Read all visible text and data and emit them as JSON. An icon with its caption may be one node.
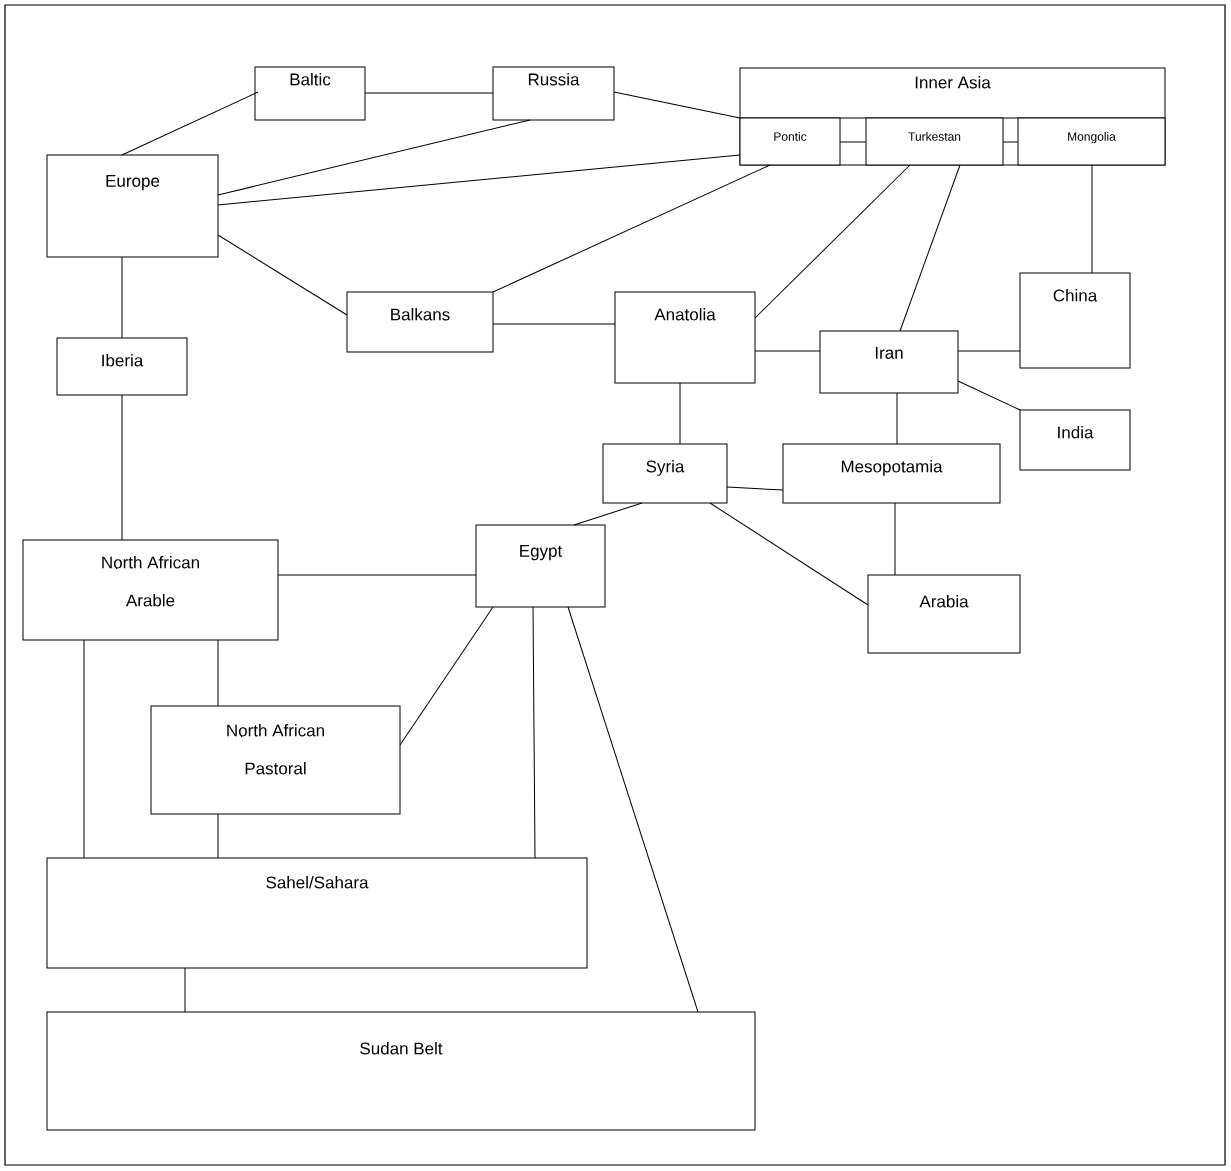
{
  "diagram": {
    "nodes": [
      {
        "text": [
          "Baltic"
        ]
      },
      {
        "text": [
          "Russia"
        ]
      },
      {
        "text": [
          "Inner Asia"
        ]
      },
      {
        "text": [
          "Pontic"
        ],
        "in": 2
      },
      {
        "text": [
          "Turkestan"
        ],
        "in": 2
      },
      {
        "text": [
          "Mongolia"
        ],
        "in": 2
      },
      {
        "text": [
          "Europe"
        ]
      },
      {
        "text": [
          "Balkans"
        ]
      },
      {
        "text": [
          "Anatolia"
        ]
      },
      {
        "text": [
          "China"
        ]
      },
      {
        "text": [
          "Iberia"
        ]
      },
      {
        "text": [
          "Iran"
        ]
      },
      {
        "text": [
          "India"
        ]
      },
      {
        "text": [
          "Syria"
        ]
      },
      {
        "text": [
          "Mesopotamia"
        ]
      },
      {
        "text": [
          "North African Arable"
        ]
      },
      {
        "text": [
          "Egypt"
        ]
      },
      {
        "text": [
          "Arabia"
        ]
      },
      {
        "text": [
          "North African Pastoral"
        ]
      },
      {
        "text": [
          "Sahel/Sahara"
        ]
      },
      {
        "text": [
          "Sudan Belt"
        ]
      }
    ],
    "edges": [
      {
        "from": 0,
        "to": 6,
        "arrow": "none"
      },
      {
        "from": 0,
        "to": 1,
        "arrow": "none"
      },
      {
        "from": 1,
        "to": 6,
        "arrow": "none"
      },
      {
        "from": 1,
        "to": 2,
        "arrow": "none"
      },
      {
        "from": 3,
        "to": 4,
        "arrow": "none"
      },
      {
        "from": 4,
        "to": 5,
        "arrow": "none"
      },
      {
        "from": 3,
        "to": 6,
        "arrow": "none"
      },
      {
        "from": 3,
        "to": 7,
        "arrow": "none"
      },
      {
        "from": 4,
        "to": 8,
        "arrow": "none"
      },
      {
        "from": 4,
        "to": 11,
        "arrow": "none"
      },
      {
        "from": 5,
        "to": 9,
        "arrow": "none"
      },
      {
        "from": 6,
        "to": 7,
        "arrow": "none"
      },
      {
        "from": 6,
        "to": 10,
        "arrow": "none"
      },
      {
        "from": 7,
        "to": 8,
        "arrow": "none"
      },
      {
        "from": 8,
        "to": 11,
        "arrow": "none"
      },
      {
        "from": 8,
        "to": 13,
        "arrow": "none"
      },
      {
        "from": 11,
        "to": 9,
        "arrow": "none"
      },
      {
        "from": 11,
        "to": 12,
        "arrow": "none"
      },
      {
        "from": 11,
        "to": 14,
        "arrow": "none"
      },
      {
        "from": 13,
        "to": 14,
        "arrow": "none"
      },
      {
        "from": 13,
        "to": 16,
        "arrow": "none"
      },
      {
        "from": 13,
        "to": 17,
        "arrow": "none"
      },
      {
        "from": 14,
        "to": 17,
        "arrow": "none"
      },
      {
        "from": 10,
        "to": 15,
        "arrow": "none"
      },
      {
        "from": 15,
        "to": 16,
        "arrow": "none"
      },
      {
        "from": 15,
        "to": 19,
        "arrow": "none"
      },
      {
        "from": 15,
        "to": 18,
        "arrow": "none"
      },
      {
        "from": 16,
        "to": 18,
        "arrow": "none"
      },
      {
        "from": 16,
        "to": 19,
        "arrow": "none"
      },
      {
        "from": 16,
        "to": 20,
        "arrow": "none"
      },
      {
        "from": 18,
        "to": 19,
        "arrow": "none"
      },
      {
        "from": 19,
        "to": 20,
        "arrow": "none"
      }
    ]
  }
}
